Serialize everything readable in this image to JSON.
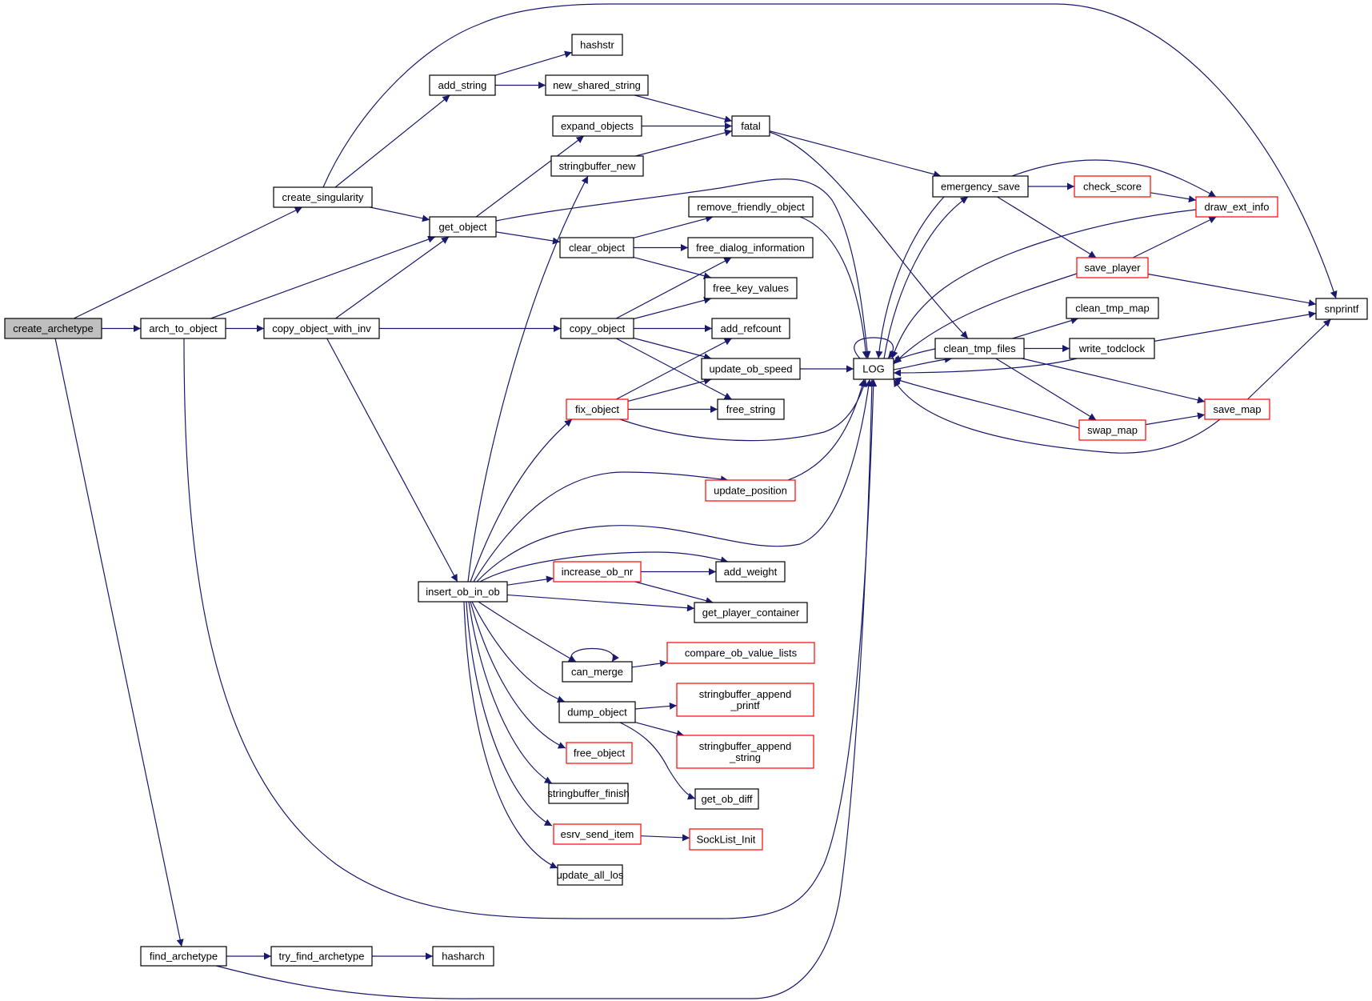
{
  "graph": {
    "title": "create_archetype call graph",
    "colors": {
      "edge": "#191970",
      "root_fill": "#bfbfbf",
      "truncated_border": "#ff0000",
      "normal_border": "#000000"
    },
    "nodes": [
      {
        "id": "create_archetype",
        "label": "create_archetype",
        "style": "root"
      },
      {
        "id": "create_singularity",
        "label": "create_singularity",
        "style": "normal"
      },
      {
        "id": "arch_to_object",
        "label": "arch_to_object",
        "style": "normal"
      },
      {
        "id": "copy_object_with_inv",
        "label": "copy_object_with_inv",
        "style": "normal"
      },
      {
        "id": "find_archetype",
        "label": "find_archetype",
        "style": "normal"
      },
      {
        "id": "try_find_archetype",
        "label": "try_find_archetype",
        "style": "normal"
      },
      {
        "id": "hasharch",
        "label": "hasharch",
        "style": "normal"
      },
      {
        "id": "add_string",
        "label": "add_string",
        "style": "normal"
      },
      {
        "id": "hashstr",
        "label": "hashstr",
        "style": "normal"
      },
      {
        "id": "new_shared_string",
        "label": "new_shared_string",
        "style": "normal"
      },
      {
        "id": "expand_objects",
        "label": "expand_objects",
        "style": "normal"
      },
      {
        "id": "stringbuffer_new",
        "label": "stringbuffer_new",
        "style": "normal"
      },
      {
        "id": "fatal",
        "label": "fatal",
        "style": "normal"
      },
      {
        "id": "get_object",
        "label": "get_object",
        "style": "normal"
      },
      {
        "id": "clear_object",
        "label": "clear_object",
        "style": "normal"
      },
      {
        "id": "remove_friendly_object",
        "label": "remove_friendly_object",
        "style": "normal"
      },
      {
        "id": "free_dialog_information",
        "label": "free_dialog_information",
        "style": "normal"
      },
      {
        "id": "free_key_values",
        "label": "free_key_values",
        "style": "normal"
      },
      {
        "id": "copy_object",
        "label": "copy_object",
        "style": "normal"
      },
      {
        "id": "add_refcount",
        "label": "add_refcount",
        "style": "normal"
      },
      {
        "id": "update_ob_speed",
        "label": "update_ob_speed",
        "style": "normal"
      },
      {
        "id": "fix_object",
        "label": "fix_object",
        "style": "red"
      },
      {
        "id": "free_string",
        "label": "free_string",
        "style": "normal"
      },
      {
        "id": "update_position",
        "label": "update_position",
        "style": "red"
      },
      {
        "id": "insert_ob_in_ob",
        "label": "insert_ob_in_ob",
        "style": "normal"
      },
      {
        "id": "increase_ob_nr",
        "label": "increase_ob_nr",
        "style": "red"
      },
      {
        "id": "add_weight",
        "label": "add_weight",
        "style": "normal"
      },
      {
        "id": "get_player_container",
        "label": "get_player_container",
        "style": "normal"
      },
      {
        "id": "can_merge",
        "label": "can_merge",
        "style": "normal"
      },
      {
        "id": "compare_ob_value_lists",
        "label": "compare_ob_value_lists",
        "style": "red"
      },
      {
        "id": "dump_object",
        "label": "dump_object",
        "style": "normal"
      },
      {
        "id": "stringbuffer_append_printf",
        "label": "stringbuffer_append\n_printf",
        "style": "red"
      },
      {
        "id": "stringbuffer_append_string",
        "label": "stringbuffer_append\n_string",
        "style": "red"
      },
      {
        "id": "get_ob_diff",
        "label": "get_ob_diff",
        "style": "normal"
      },
      {
        "id": "free_object",
        "label": "free_object",
        "style": "red"
      },
      {
        "id": "stringbuffer_finish",
        "label": "stringbuffer_finish",
        "style": "normal"
      },
      {
        "id": "esrv_send_item",
        "label": "esrv_send_item",
        "style": "red"
      },
      {
        "id": "SockList_Init",
        "label": "SockList_Init",
        "style": "red"
      },
      {
        "id": "update_all_los",
        "label": "update_all_los",
        "style": "normal"
      },
      {
        "id": "LOG",
        "label": "LOG",
        "style": "normal"
      },
      {
        "id": "emergency_save",
        "label": "emergency_save",
        "style": "normal"
      },
      {
        "id": "clean_tmp_files",
        "label": "clean_tmp_files",
        "style": "normal"
      },
      {
        "id": "check_score",
        "label": "check_score",
        "style": "red"
      },
      {
        "id": "draw_ext_info",
        "label": "draw_ext_info",
        "style": "red"
      },
      {
        "id": "save_player",
        "label": "save_player",
        "style": "red"
      },
      {
        "id": "clean_tmp_map",
        "label": "clean_tmp_map",
        "style": "normal"
      },
      {
        "id": "write_todclock",
        "label": "write_todclock",
        "style": "normal"
      },
      {
        "id": "swap_map",
        "label": "swap_map",
        "style": "red"
      },
      {
        "id": "save_map",
        "label": "save_map",
        "style": "red"
      },
      {
        "id": "snprintf",
        "label": "snprintf",
        "style": "normal"
      }
    ],
    "edges": [
      [
        "create_archetype",
        "create_singularity"
      ],
      [
        "create_archetype",
        "arch_to_object"
      ],
      [
        "create_archetype",
        "find_archetype"
      ],
      [
        "create_singularity",
        "add_string"
      ],
      [
        "create_singularity",
        "get_object"
      ],
      [
        "create_singularity",
        "snprintf"
      ],
      [
        "arch_to_object",
        "get_object"
      ],
      [
        "arch_to_object",
        "copy_object_with_inv"
      ],
      [
        "arch_to_object",
        "LOG"
      ],
      [
        "copy_object_with_inv",
        "get_object"
      ],
      [
        "copy_object_with_inv",
        "copy_object"
      ],
      [
        "copy_object_with_inv",
        "insert_ob_in_ob"
      ],
      [
        "find_archetype",
        "try_find_archetype"
      ],
      [
        "find_archetype",
        "LOG"
      ],
      [
        "try_find_archetype",
        "hasharch"
      ],
      [
        "add_string",
        "hashstr"
      ],
      [
        "add_string",
        "new_shared_string"
      ],
      [
        "new_shared_string",
        "fatal"
      ],
      [
        "expand_objects",
        "fatal"
      ],
      [
        "stringbuffer_new",
        "fatal"
      ],
      [
        "get_object",
        "expand_objects"
      ],
      [
        "get_object",
        "clear_object"
      ],
      [
        "get_object",
        "LOG"
      ],
      [
        "clear_object",
        "remove_friendly_object"
      ],
      [
        "clear_object",
        "free_dialog_information"
      ],
      [
        "clear_object",
        "free_key_values"
      ],
      [
        "remove_friendly_object",
        "LOG"
      ],
      [
        "copy_object",
        "free_dialog_information"
      ],
      [
        "copy_object",
        "free_key_values"
      ],
      [
        "copy_object",
        "add_refcount"
      ],
      [
        "copy_object",
        "update_ob_speed"
      ],
      [
        "copy_object",
        "free_string"
      ],
      [
        "fix_object",
        "add_refcount"
      ],
      [
        "fix_object",
        "update_ob_speed"
      ],
      [
        "fix_object",
        "free_string"
      ],
      [
        "fix_object",
        "LOG"
      ],
      [
        "update_ob_speed",
        "LOG"
      ],
      [
        "update_position",
        "LOG"
      ],
      [
        "insert_ob_in_ob",
        "stringbuffer_new"
      ],
      [
        "insert_ob_in_ob",
        "fix_object"
      ],
      [
        "insert_ob_in_ob",
        "update_position"
      ],
      [
        "insert_ob_in_ob",
        "LOG"
      ],
      [
        "insert_ob_in_ob",
        "add_weight"
      ],
      [
        "insert_ob_in_ob",
        "increase_ob_nr"
      ],
      [
        "insert_ob_in_ob",
        "get_player_container"
      ],
      [
        "insert_ob_in_ob",
        "can_merge"
      ],
      [
        "insert_ob_in_ob",
        "dump_object"
      ],
      [
        "insert_ob_in_ob",
        "free_object"
      ],
      [
        "insert_ob_in_ob",
        "stringbuffer_finish"
      ],
      [
        "insert_ob_in_ob",
        "esrv_send_item"
      ],
      [
        "insert_ob_in_ob",
        "update_all_los"
      ],
      [
        "increase_ob_nr",
        "add_weight"
      ],
      [
        "increase_ob_nr",
        "get_player_container"
      ],
      [
        "can_merge",
        "can_merge"
      ],
      [
        "can_merge",
        "compare_ob_value_lists"
      ],
      [
        "dump_object",
        "stringbuffer_append_printf"
      ],
      [
        "dump_object",
        "stringbuffer_append_string"
      ],
      [
        "dump_object",
        "get_ob_diff"
      ],
      [
        "esrv_send_item",
        "SockList_Init"
      ],
      [
        "fatal",
        "emergency_save"
      ],
      [
        "fatal",
        "clean_tmp_files"
      ],
      [
        "LOG",
        "LOG"
      ],
      [
        "LOG",
        "emergency_save"
      ],
      [
        "LOG",
        "clean_tmp_files"
      ],
      [
        "emergency_save",
        "LOG"
      ],
      [
        "emergency_save",
        "check_score"
      ],
      [
        "emergency_save",
        "draw_ext_info"
      ],
      [
        "emergency_save",
        "save_player"
      ],
      [
        "check_score",
        "draw_ext_info"
      ],
      [
        "draw_ext_info",
        "LOG"
      ],
      [
        "save_player",
        "LOG"
      ],
      [
        "save_player",
        "draw_ext_info"
      ],
      [
        "save_player",
        "snprintf"
      ],
      [
        "clean_tmp_files",
        "LOG"
      ],
      [
        "clean_tmp_files",
        "clean_tmp_map"
      ],
      [
        "clean_tmp_files",
        "write_todclock"
      ],
      [
        "clean_tmp_files",
        "swap_map"
      ],
      [
        "clean_tmp_files",
        "save_map"
      ],
      [
        "write_todclock",
        "LOG"
      ],
      [
        "write_todclock",
        "snprintf"
      ],
      [
        "swap_map",
        "LOG"
      ],
      [
        "swap_map",
        "save_map"
      ],
      [
        "save_map",
        "LOG"
      ],
      [
        "save_map",
        "snprintf"
      ]
    ]
  }
}
